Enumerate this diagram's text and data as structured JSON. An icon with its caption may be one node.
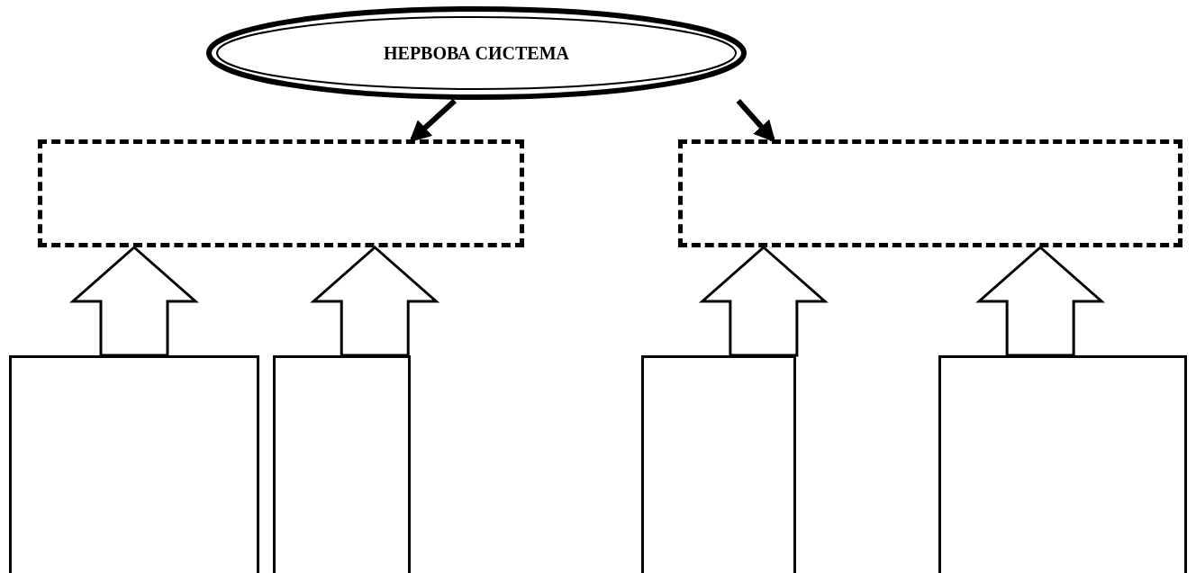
{
  "diagram": {
    "nodes": [
      {
        "text": [
          "НЕРВОВА СИСТЕМА"
        ]
      },
      {
        "text": [],
        "shape": "box"
      },
      {
        "text": [],
        "shape": "box"
      },
      {
        "text": [],
        "shape": "box"
      },
      {
        "text": [],
        "shape": "box"
      },
      {
        "text": [],
        "shape": "box"
      },
      {
        "text": [],
        "shape": "box"
      }
    ],
    "edges": [
      {
        "from": 0,
        "to": 1,
        "arrow": "to"
      },
      {
        "from": 0,
        "to": 2,
        "arrow": "to"
      },
      {
        "from": 3,
        "to": 1,
        "arrow": "to",
        "style": "thick"
      },
      {
        "from": 4,
        "to": 1,
        "arrow": "to",
        "style": "thick"
      },
      {
        "from": 5,
        "to": 2,
        "arrow": "to",
        "style": "thick"
      },
      {
        "from": 6,
        "to": 2,
        "arrow": "to",
        "style": "thick"
      }
    ]
  }
}
